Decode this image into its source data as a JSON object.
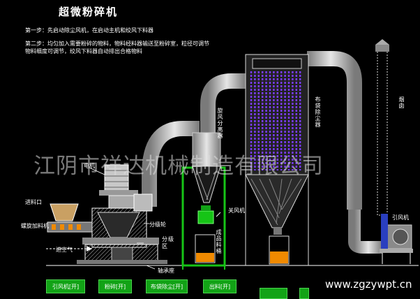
{
  "title": "超微粉碎机",
  "steps": {
    "step1": "第一步：先启动除尘风机，在启动主机和绞风下料器",
    "step2_line1": "第二步：均匀加入需要粉碎的物料，物料经料器输送至粉碎室，粒径可调节",
    "step2_line2": "物料细度可调节，绞风下料器自动排出合格物料"
  },
  "labels": {
    "motor": "电机",
    "feed_port": "进料口",
    "screw_feeder": "螺旋加料机",
    "air_inlet": "进空气",
    "classifier_wheel": "分级轮",
    "classification_zone": "分级区",
    "bearing_seat": "轴承座",
    "cyclone": "旋风分离器",
    "product_bin": "成品料桶",
    "airlock": "关风机",
    "bag_filter": "布袋除尘器",
    "fan": "引风机",
    "chimney": "烟囱"
  },
  "watermark": "江阴市祥达机械制造有限公司",
  "site": "www.zgzywpt.cn",
  "buttons": {
    "fan": "引风机[开]",
    "crusher": "粉碎[开]",
    "dust": "布袋除尘[开]",
    "discharge": "出料[开]",
    "extra1": "",
    "extra2": ""
  },
  "colors": {
    "pipe": "#cfcfcf",
    "frame": "#16c416",
    "bags": "#7a3bff",
    "product": "#f08a00",
    "button": "#12a316"
  }
}
